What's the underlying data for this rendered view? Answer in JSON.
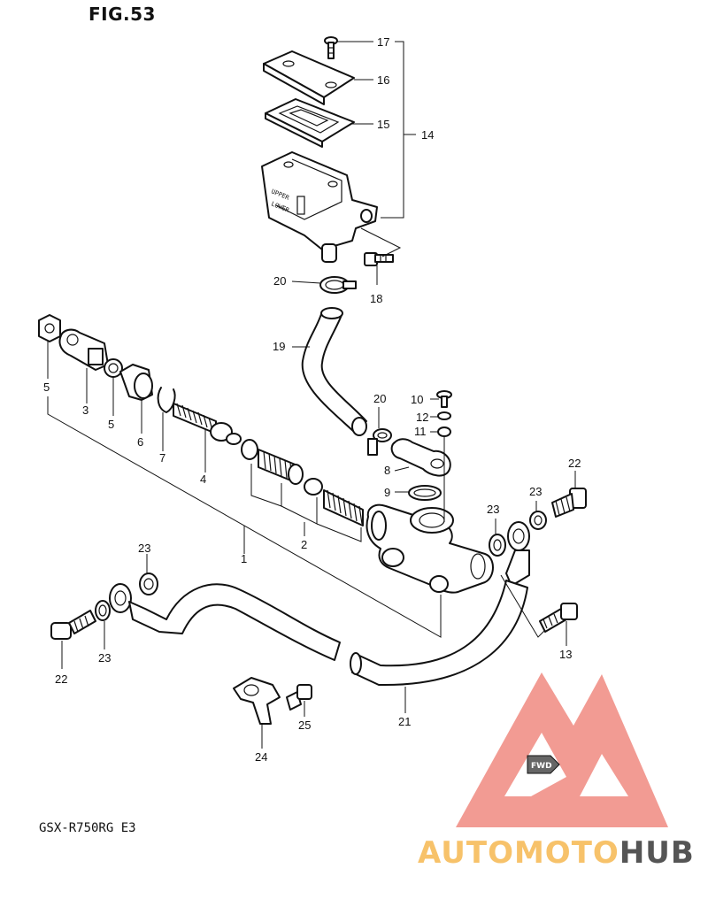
{
  "figure_title": "FIG.53",
  "model_code": "GSX-R750RG E3",
  "logo": {
    "text_part1": "AUTOMOTO",
    "text_part2": "HUB",
    "colors": {
      "primary": "#f08a80",
      "accent": "#f7c26a",
      "dark": "#555555"
    }
  },
  "fwd_tag": "FWD",
  "reservoir_marks": [
    "UPPER",
    "LOWER"
  ],
  "callouts": [
    {
      "id": "c17",
      "label": "17"
    },
    {
      "id": "c16",
      "label": "16"
    },
    {
      "id": "c15",
      "label": "15"
    },
    {
      "id": "c14",
      "label": "14"
    },
    {
      "id": "c20a",
      "label": "20"
    },
    {
      "id": "c18",
      "label": "18"
    },
    {
      "id": "c19",
      "label": "19"
    },
    {
      "id": "c5a",
      "label": "5"
    },
    {
      "id": "c3",
      "label": "3"
    },
    {
      "id": "c5b",
      "label": "5"
    },
    {
      "id": "c6",
      "label": "6"
    },
    {
      "id": "c7",
      "label": "7"
    },
    {
      "id": "c4",
      "label": "4"
    },
    {
      "id": "c20b",
      "label": "20"
    },
    {
      "id": "c10",
      "label": "10"
    },
    {
      "id": "c12",
      "label": "12"
    },
    {
      "id": "c11",
      "label": "11"
    },
    {
      "id": "c8",
      "label": "8"
    },
    {
      "id": "c9",
      "label": "9"
    },
    {
      "id": "c22a",
      "label": "22"
    },
    {
      "id": "c23a",
      "label": "23"
    },
    {
      "id": "c23b",
      "label": "23"
    },
    {
      "id": "c2",
      "label": "2"
    },
    {
      "id": "c1",
      "label": "1"
    },
    {
      "id": "c23c",
      "label": "23"
    },
    {
      "id": "c23d",
      "label": "23"
    },
    {
      "id": "c22b",
      "label": "22"
    },
    {
      "id": "c13",
      "label": "13"
    },
    {
      "id": "c21",
      "label": "21"
    },
    {
      "id": "c25",
      "label": "25"
    },
    {
      "id": "c24",
      "label": "24"
    }
  ]
}
